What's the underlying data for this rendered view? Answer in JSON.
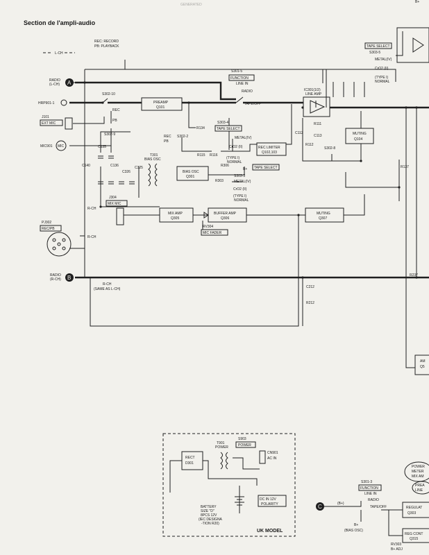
{
  "heading": "Section de l'ampli-audio",
  "legend": {
    "line1": "REC: RECORD",
    "line2": "PB: PLAYBACK"
  },
  "channel_lch": "L-CH",
  "markers": {
    "a": "A",
    "b": "B",
    "c": "C"
  },
  "inputs": {
    "radio_l": [
      "RADIO",
      "(L-CH)"
    ],
    "hrp": "HRP901-1",
    "j101": "J101",
    "ext_mic": "EXT MIC",
    "mic_jack": "MIC",
    "mic901": "MIC901",
    "radio_r": [
      "RADIO",
      "(R-CH)"
    ],
    "pj302": "PJ302",
    "rec_pb_jack": "REC/PB",
    "rch_same": [
      "R-CH",
      "(SAME AS L-CH)"
    ],
    "rch_labels": [
      "R-CH",
      "R-CH"
    ]
  },
  "blocks": {
    "preamp": [
      "PREAMP",
      "Q101"
    ],
    "bias_osc": [
      "BIAS OSC",
      "Q301"
    ],
    "rec_limiter": [
      "REC LIMITER",
      "Q102,103"
    ],
    "muting_q104": [
      "MUTING",
      "Q104"
    ],
    "mix_amp": [
      "MIX AMP",
      "Q305"
    ],
    "buffer_amp": [
      "BUFFER AMP",
      "Q306"
    ],
    "muting_q307": [
      "MUTING",
      "Q307"
    ],
    "rect": [
      "RECT",
      "D301"
    ],
    "regulator": [
      "REGULAT",
      "Q303"
    ],
    "reg_cont": [
      "REG CONT",
      "Q315"
    ],
    "amp_partial": [
      "AM",
      "Q5"
    ]
  },
  "switches": {
    "s301_5": [
      "S301-5",
      "FUNCTION",
      "LINE IN",
      "RADIO",
      "TAPE/OFF"
    ],
    "s302_10": "S302-10",
    "s302_9": "S302-9",
    "s302_2": "S302-2",
    "s302_8": "S302-8",
    "rec": "REC",
    "pb": "PB",
    "s303_5": [
      "S303-5",
      "TAPE SELECT",
      "METAL(IV)",
      "CrO2 (II)",
      "(TYPE I)",
      "NORMAL"
    ],
    "s303_4": [
      "S303-4",
      "TAPE SELECT",
      "METAL(IV)",
      "CrO2 (II)",
      "(TYPE I)",
      "NORMAL"
    ],
    "s303_3": [
      "S303-3",
      "TAPE SELECT",
      "METAL(IV)",
      "CrO2 (II)",
      "(TYPE I)",
      "NORMAL"
    ],
    "s301_3": [
      "S301-3",
      "FUNCTION",
      "LINE IN",
      "RADIO",
      "TAPE/OFF"
    ]
  },
  "ic": [
    "IC301(1/2)",
    "LINE AMP"
  ],
  "components": {
    "r134": "R134",
    "r115": "R115",
    "r116": "R116",
    "r306": "R306",
    "r303": "R303",
    "r111": "R111",
    "r112": "R112",
    "r137": "R137",
    "r212": "R212",
    "r237": "R237",
    "c112": "C112",
    "c113": "C113",
    "c212": "C212",
    "c135": "C135",
    "c136": "C136",
    "c140": "C140",
    "c325": "C325",
    "c326": "C326",
    "t301": [
      "T301",
      "BIAS OSC"
    ],
    "j304": "J304",
    "mix_mic": "MIX MIC",
    "rv304": "RV304",
    "mic_fader": "MIC FADER",
    "b_plus": "B+"
  },
  "uk": {
    "t901": [
      "T901",
      "POWER"
    ],
    "s903": [
      "S903",
      "POWER"
    ],
    "cn901": [
      "CN901",
      "AC IN"
    ],
    "battery": [
      "BATTERY",
      "SIZE \"D\"",
      "8PCS 12V",
      "(IEC DESIGNA",
      "-TION R20)"
    ],
    "dc_in": [
      "DC IN 12V",
      "POLARITY"
    ],
    "title": "UK MODEL"
  },
  "right_edge": {
    "b_plus_top": "B+",
    "mix_amp_partial": [
      "POWER",
      "METER",
      "MIX AM"
    ],
    "prea_partial": [
      "PREA",
      "LINE"
    ],
    "b_plus_c": "(B+)",
    "b_plus_bias": [
      "B+",
      "(BIAS OSC)"
    ],
    "rv303": [
      "RV303",
      "B+ ADJ"
    ],
    "faint_top": "GENERATED"
  }
}
